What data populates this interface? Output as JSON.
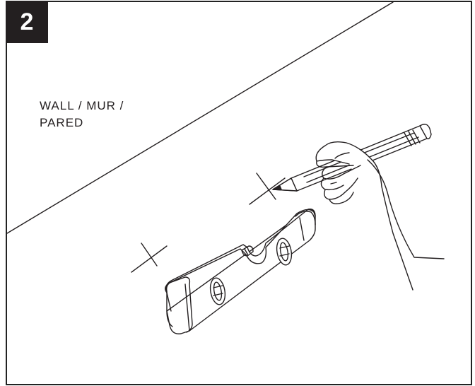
{
  "step": {
    "number": "2"
  },
  "wall_label": {
    "line1": "WALL / MUR /",
    "line2": "PARED"
  },
  "colors": {
    "ink": "#231f20",
    "background": "#ffffff"
  },
  "icons": [
    "cross-mark",
    "spirit-level",
    "pencil",
    "hand"
  ]
}
